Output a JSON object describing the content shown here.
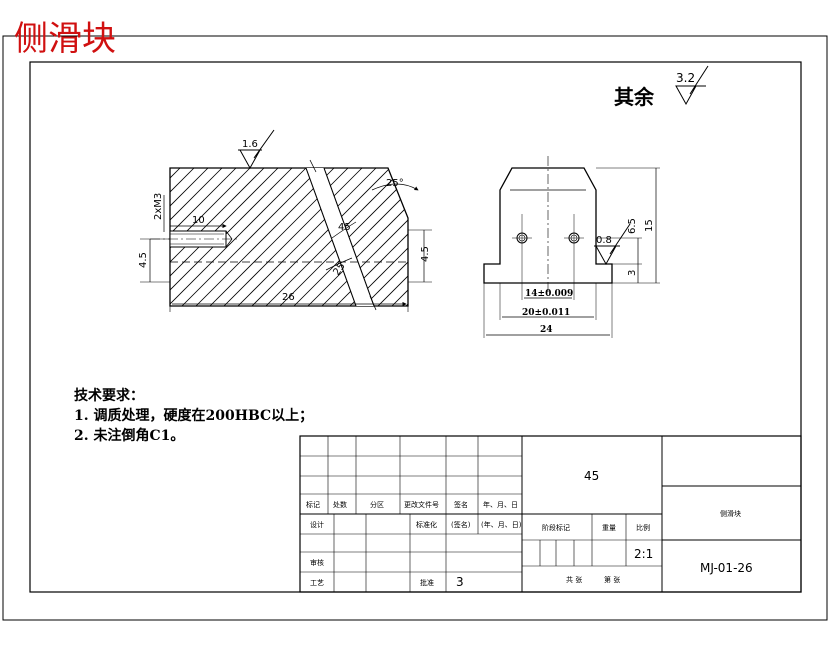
{
  "page_title": "侧滑块",
  "roughness_note": {
    "label": "其余",
    "value": "3.2"
  },
  "left_view": {
    "roughness_top": "1.6",
    "dims": {
      "thread": "2xM3",
      "depth": "10",
      "angle_top": "25°",
      "angle_hole": "45",
      "angle_bottom": "25",
      "left_height": "4.5",
      "right_height": "4.5",
      "length": "26"
    }
  },
  "right_view": {
    "roughness": "0.8",
    "dims": {
      "total_height": "15",
      "hole_height": "6.5",
      "step_height": "3",
      "hole_spacing": "14±0.009",
      "body_width": "20±0.011",
      "base_width": "24"
    }
  },
  "requirements": {
    "heading": "技术要求：",
    "items": [
      "1. 调质处理，硬度在200HBC以上；",
      "2. 未注倒角C1。"
    ]
  },
  "title_block": {
    "material": "45",
    "part_name": "侧滑块",
    "drawing_no": "MJ-01-26",
    "scale": "2:1",
    "quantity": "3",
    "headers": [
      "标记",
      "处数",
      "分区",
      "更改文件号",
      "签名",
      "年、月、日"
    ],
    "row_design": [
      "设计",
      "标准化",
      "(签名)",
      "(年、月、日)"
    ],
    "row_check": "审核",
    "row_process": "工艺",
    "row_approve": "批准",
    "stage_labels": [
      "阶段标记",
      "重量",
      "比例"
    ],
    "sheet_labels": [
      "共  张",
      "第  张"
    ]
  }
}
